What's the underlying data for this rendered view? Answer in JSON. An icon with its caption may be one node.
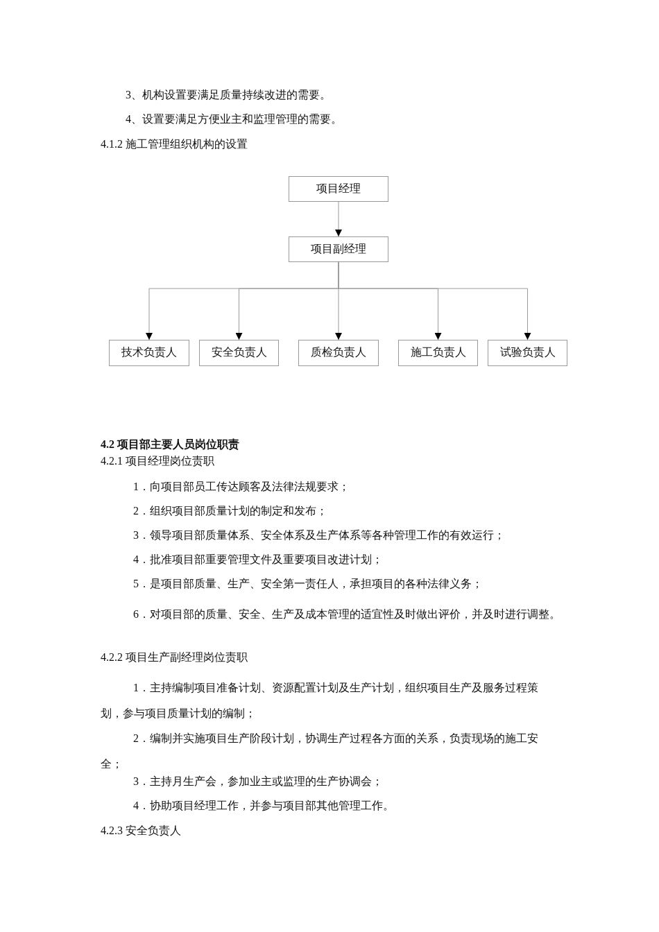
{
  "diagram": {
    "nodes": [
      {
        "text": [
          "项目经理"
        ]
      },
      {
        "text": [
          "项目副经理"
        ]
      },
      {
        "text": [
          "技术负责人"
        ]
      },
      {
        "text": [
          "安全负责人"
        ]
      },
      {
        "text": [
          "质检负责人"
        ]
      },
      {
        "text": [
          "施工负责人"
        ]
      },
      {
        "text": [
          "试验负责人"
        ]
      }
    ],
    "edges": [
      {
        "from": 0,
        "to": 1,
        "arrow": "to"
      },
      {
        "from": 1,
        "to": 2,
        "arrow": "to"
      },
      {
        "from": 1,
        "to": 3,
        "arrow": "to"
      },
      {
        "from": 1,
        "to": 4,
        "arrow": "to"
      },
      {
        "from": 1,
        "to": 5,
        "arrow": "to"
      },
      {
        "from": 1,
        "to": 6,
        "arrow": "to"
      }
    ],
    "labels": [
      "3、机构设置要满足质量持续改进的需要。",
      "4、设置要满足方便业主和监理管理的需要。",
      "4.1.2 施工管理组织机构的设置",
      "4.2 项目部主要人员岗位职责",
      "4.2.1 项目经理岗位责职",
      "1．向项目部员工传达顾客及法律法规要求；",
      "2．组织项目部质量计划的制定和发布；",
      "3．领导项目部质量体系、安全体系及生产体系等各种管理工作的有效运行；",
      "4．批准项目部重要管理文件及重要项目改进计划；",
      "5．是项目部质量、生产、安全第一责任人，承担项目的各种法律义务；",
      "6．对项目部的质量、安全、生产及成本管理的适宜性及时做出评价，并及时进行调整。",
      "4.2.2 项目生产副经理岗位责职",
      "1．主持编制项目准备计划、资源配置计划及生产计划，组织项目生产及服务过程策划，参与项目质量计划的编制；",
      "2．编制并实施项目生产阶段计划，协调生产过程各方面的关系，负责现场的施工安全；",
      "3．主持月生产会，参加业主或监理的生产协调会；",
      "4．协助项目经理工作，并参与项目部其他管理工作。",
      "4.2.3 安全负责人"
    ]
  }
}
